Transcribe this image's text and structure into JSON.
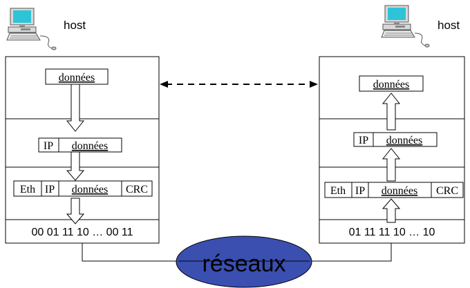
{
  "left_host": {
    "label": "host",
    "layers": {
      "app": {
        "data": "données"
      },
      "ip": {
        "ip": "IP",
        "data": "données"
      },
      "eth": {
        "eth": "Eth",
        "ip": "IP",
        "data": "données",
        "crc": "CRC"
      }
    },
    "bits": "00 01 11 10 … 00 11"
  },
  "right_host": {
    "label": "host",
    "layers": {
      "app": {
        "data": "données"
      },
      "ip": {
        "ip": "IP",
        "data": "données"
      },
      "eth": {
        "eth": "Eth",
        "ip": "IP",
        "data": "données",
        "crc": "CRC"
      }
    },
    "bits": "01 11 11 10 … 10"
  },
  "network": {
    "label": "réseaux",
    "color": "#3a4fb0"
  },
  "icons": {
    "host_icon": "computer-icon"
  }
}
